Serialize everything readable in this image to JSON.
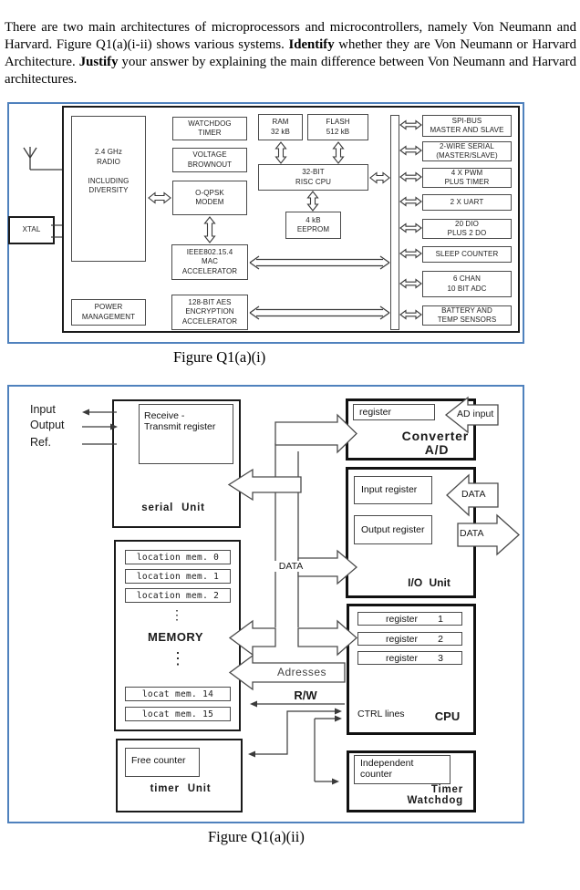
{
  "intro": {
    "seg1": "There are two main architectures of microprocessors and microcontrollers, namely Von Neumann and Harvard. Figure Q1(a)(i-ii) shows various systems. ",
    "seg2": "Identify",
    "seg3": " whether they are Von Neumann or Harvard Architecture. ",
    "seg4": "Justify",
    "seg5": " your answer by explaining the main difference between Von Neumann and Harvard architectures."
  },
  "colors": {
    "panel_border": "#4f81bd"
  },
  "fig1": {
    "caption": "Figure Q1(a)(i)",
    "xtal": "XTAL",
    "radio": "2.4 GHz\nRADIO\n\nINCLUDING\nDIVERSITY",
    "power": "POWER\nMANAGEMENT",
    "watchdog": "WATCHDOG\nTIMER",
    "voltage": "VOLTAGE\nBROWNOUT",
    "oqpsk": "O-QPSK\nMODEM",
    "mac": "IEEE802.15.4\nMAC\nACCELERATOR",
    "aes": "128-BIT AES\nENCRYPTION\nACCELERATOR",
    "ram": "RAM\n32 kB",
    "flash": "FLASH\n512 kB",
    "cpu": "32-BIT\nRISC CPU",
    "eeprom": "4 kB\nEEPROM",
    "peripherals": [
      "SPI-BUS\nMASTER AND SLAVE",
      "2-WIRE SERIAL\n(MASTER/SLAVE)",
      "4 X PWM\nPLUS TIMER",
      "2 X UART",
      "20 DIO\nPLUS 2 DO",
      "SLEEP COUNTER",
      "6 CHAN\n10 BIT ADC",
      "BATTERY AND\nTEMP SENSORS"
    ]
  },
  "fig2": {
    "caption": "Figure Q1(a)(ii)",
    "io_labels": {
      "input": "Input",
      "output": "Output",
      "ref": "Ref."
    },
    "serial": {
      "title": "serial Unit",
      "reg": "Receive -\nTransmit register"
    },
    "memory": {
      "title": "MEMORY",
      "locs": [
        "location mem. 0",
        "location mem. 1",
        "location mem. 2"
      ],
      "locs2": [
        "locat  mem. 14",
        "locat  mem. 15"
      ],
      "dots": "⋮"
    },
    "timer": {
      "title": "timer Unit",
      "reg": "Free counter"
    },
    "converter": {
      "title1": "Converter",
      "title2": "A/D",
      "reg": "register",
      "ad_input": "AD input"
    },
    "io_unit": {
      "title": "I/O Unit",
      "in_reg": "Input register",
      "out_reg": "Output register",
      "data_in": "DATA",
      "data_out": "DATA"
    },
    "cpu": {
      "title": "CPU",
      "ctrl": "CTRL lines",
      "regs": [
        {
          "label": "register",
          "num": "1"
        },
        {
          "label": "register",
          "num": "2"
        },
        {
          "label": "register",
          "num": "3"
        }
      ]
    },
    "watchdog": {
      "title1": "Timer",
      "title2": "Watchdog",
      "reg": "Independent\ncounter"
    },
    "bus_labels": {
      "data": "DATA",
      "addresses": "Adresses",
      "rw": "R/W"
    }
  }
}
